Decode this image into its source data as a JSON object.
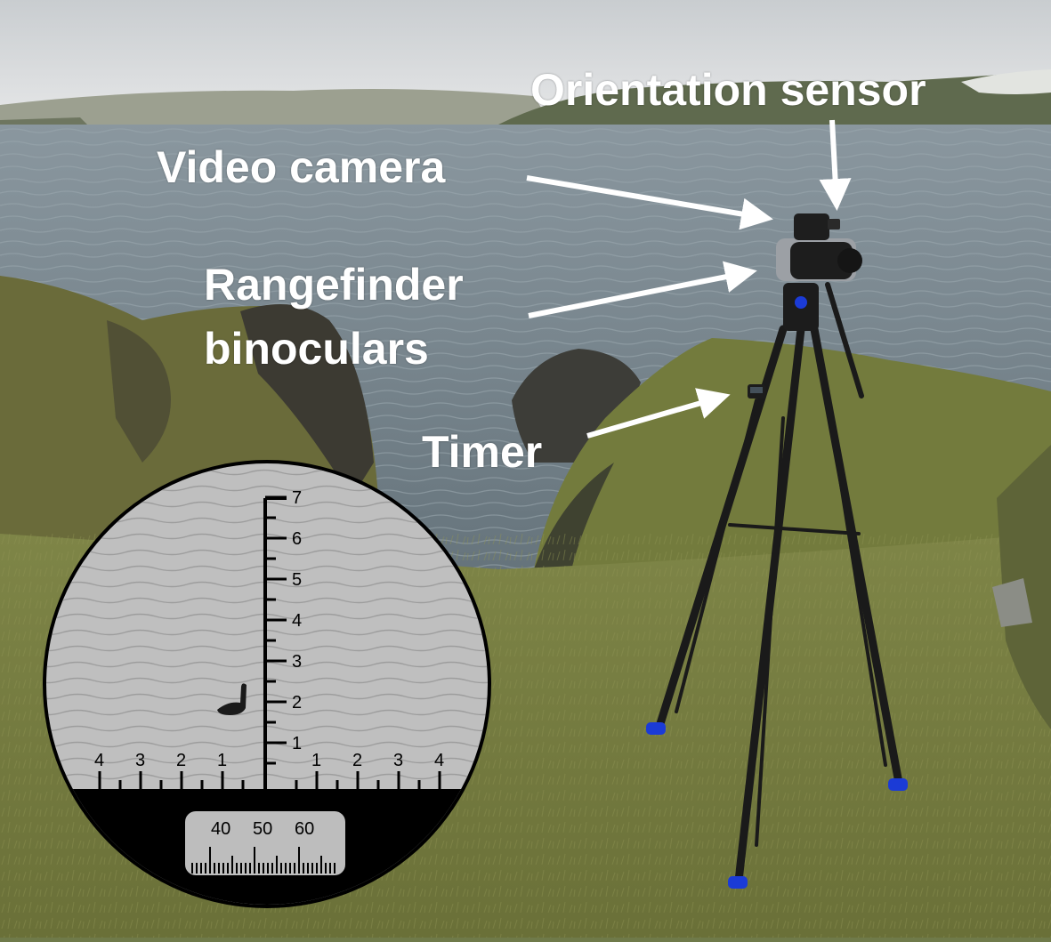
{
  "labels": {
    "orientation_sensor": "Orientation sensor",
    "video_camera": "Video camera",
    "rangefinder_line1": "Rangefinder",
    "rangefinder_line2": "binoculars",
    "timer": "Timer"
  },
  "reticle": {
    "vertical_ticks": [
      "1",
      "2",
      "3",
      "4",
      "5",
      "6",
      "7"
    ],
    "horizontal_left_ticks": [
      "4",
      "3",
      "2",
      "1"
    ],
    "horizontal_right_ticks": [
      "1",
      "2",
      "3",
      "4"
    ],
    "compass_ticks": [
      "40",
      "50",
      "60"
    ]
  },
  "colors": {
    "sky": "#d9dcde",
    "sea": "#7b8a93",
    "grass": "#727b43",
    "label_text": "#ffffff",
    "tripod": "#1a1a1a",
    "tripod_feet": "#1b3bd6"
  }
}
